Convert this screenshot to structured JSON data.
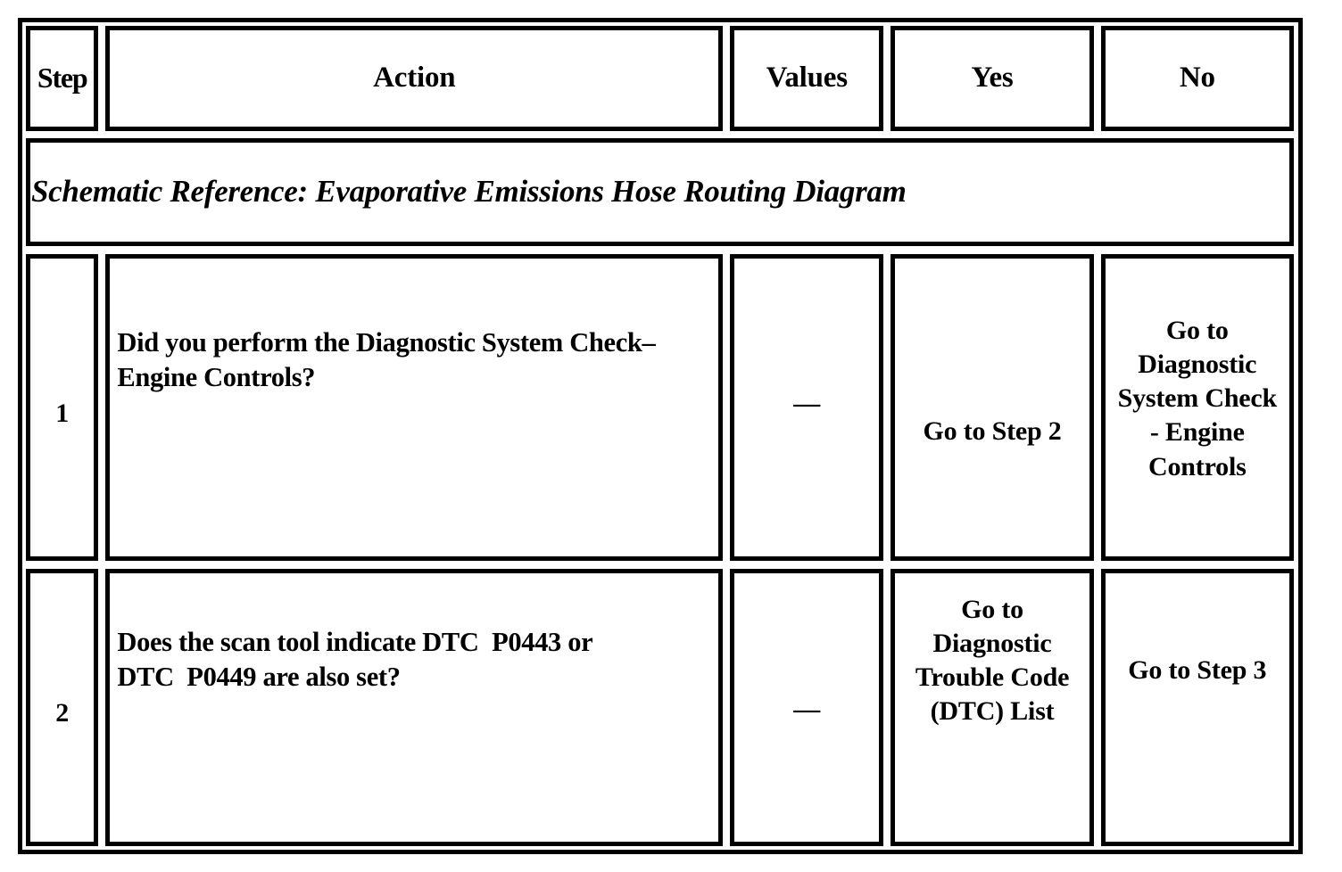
{
  "table": {
    "columns": [
      {
        "key": "step",
        "label": "Step"
      },
      {
        "key": "action",
        "label": "Action"
      },
      {
        "key": "values",
        "label": "Values"
      },
      {
        "key": "yes",
        "label": "Yes"
      },
      {
        "key": "no",
        "label": "No"
      }
    ],
    "note_row": {
      "text": "Schematic Reference: Evaporative Emissions Hose Routing Diagram"
    },
    "rows": [
      {
        "step": "1",
        "action": "Did you perform the Diagnostic System Check–\nEngine Controls?",
        "values": "—",
        "yes": "Go to Step  2",
        "no": "Go to\nDiagnostic\nSystem Check\n- Engine\nControls"
      },
      {
        "step": "2",
        "action": "Does the scan tool indicate DTC  P0443 or\nDTC  P0449 are also set?",
        "values": "—",
        "yes": "Go to\nDiagnostic\nTrouble Code\n(DTC) List",
        "no": "Go to Step  3"
      }
    ]
  },
  "colors": {
    "border": "#000000",
    "background": "#ffffff",
    "text": "#000000"
  }
}
